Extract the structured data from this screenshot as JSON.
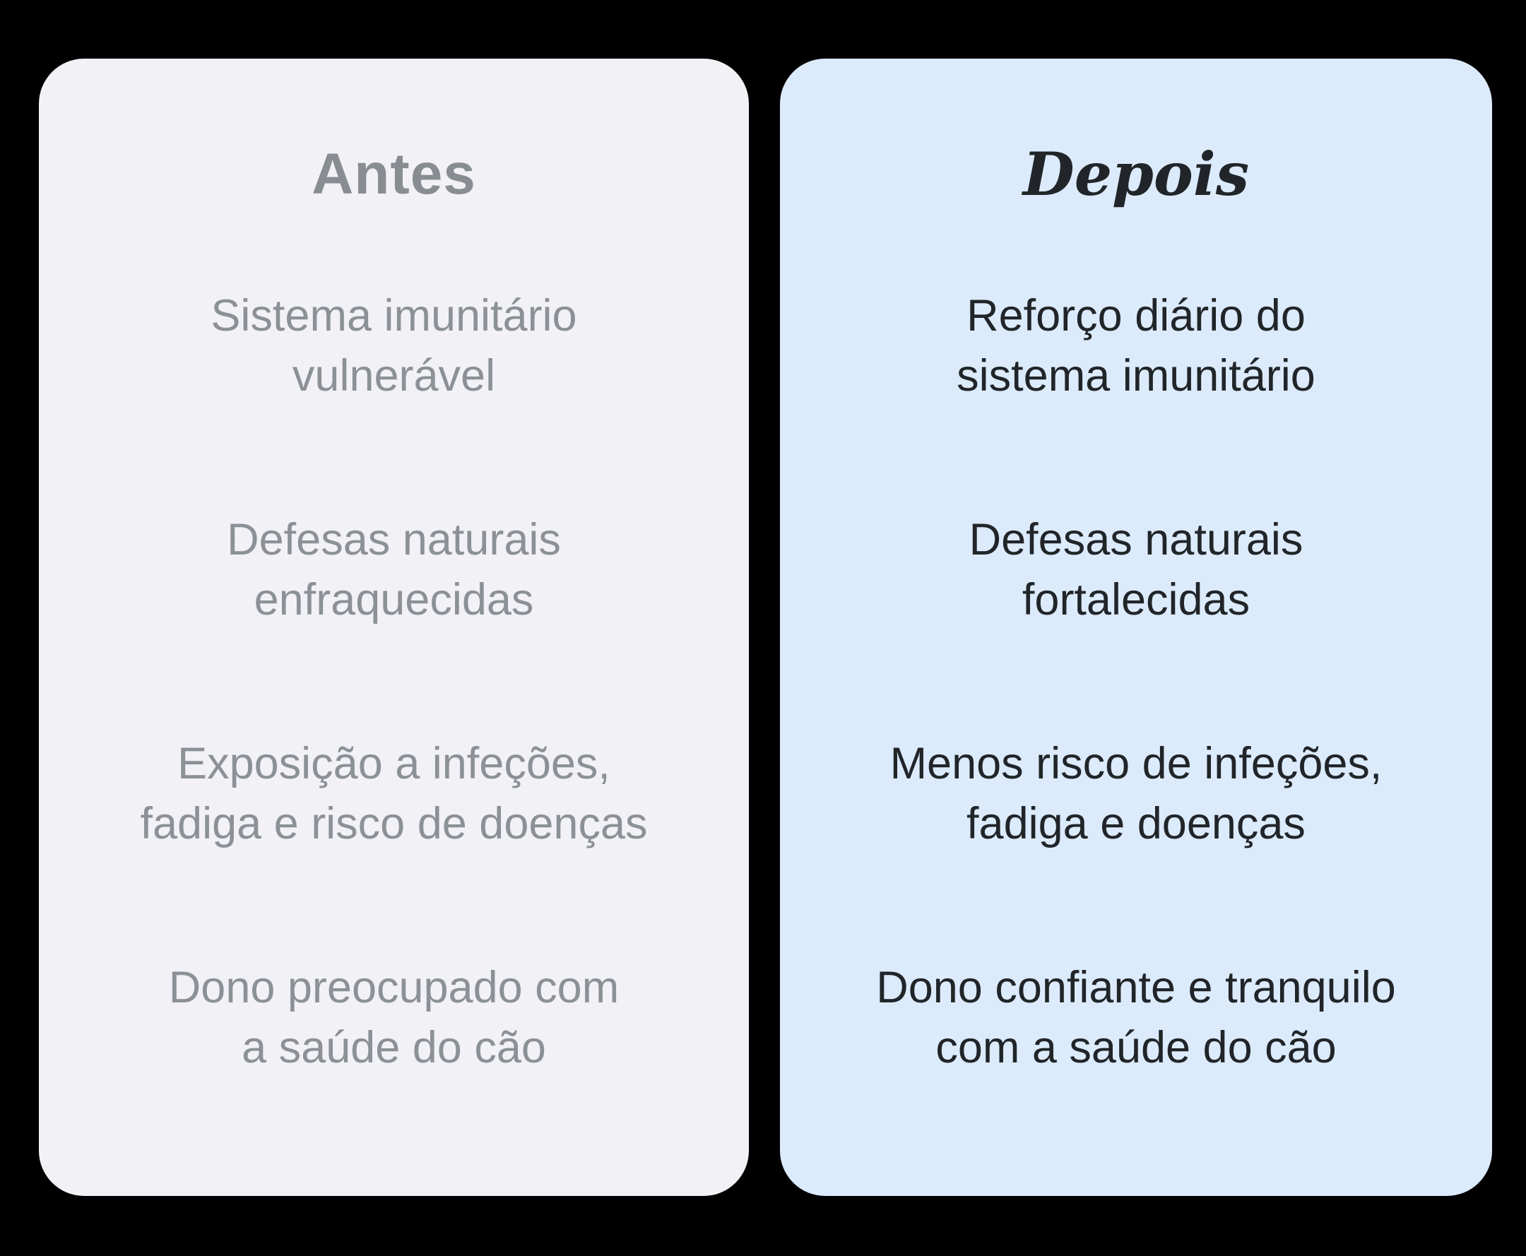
{
  "colors": {
    "background": "#000000",
    "left_card_bg": "#f2f1f6",
    "left_title": "#888d91",
    "left_text": "#8b9196",
    "right_card_bg": "#dcebfc",
    "right_text": "#212529"
  },
  "left_card": {
    "title": "Antes",
    "rows": [
      {
        "lines": [
          "Sistema imunitário",
          "vulnerável"
        ]
      },
      {
        "lines": [
          "Defesas naturais",
          "enfraquecidas"
        ]
      },
      {
        "lines": [
          "Exposição a infeções,",
          "fadiga e risco de doenças"
        ]
      },
      {
        "lines": [
          "Dono preocupado com",
          "a saúde do cão"
        ]
      }
    ]
  },
  "right_card": {
    "title": "Depois",
    "rows": [
      {
        "lines": [
          "Reforço diário do",
          "sistema imunitário"
        ]
      },
      {
        "lines": [
          "Defesas naturais",
          "fortalecidas"
        ]
      },
      {
        "lines": [
          "Menos risco de infeções,",
          "fadiga e doenças"
        ]
      },
      {
        "lines": [
          "Dono confiante e tranquilo",
          "com a saúde do cão"
        ]
      }
    ]
  }
}
